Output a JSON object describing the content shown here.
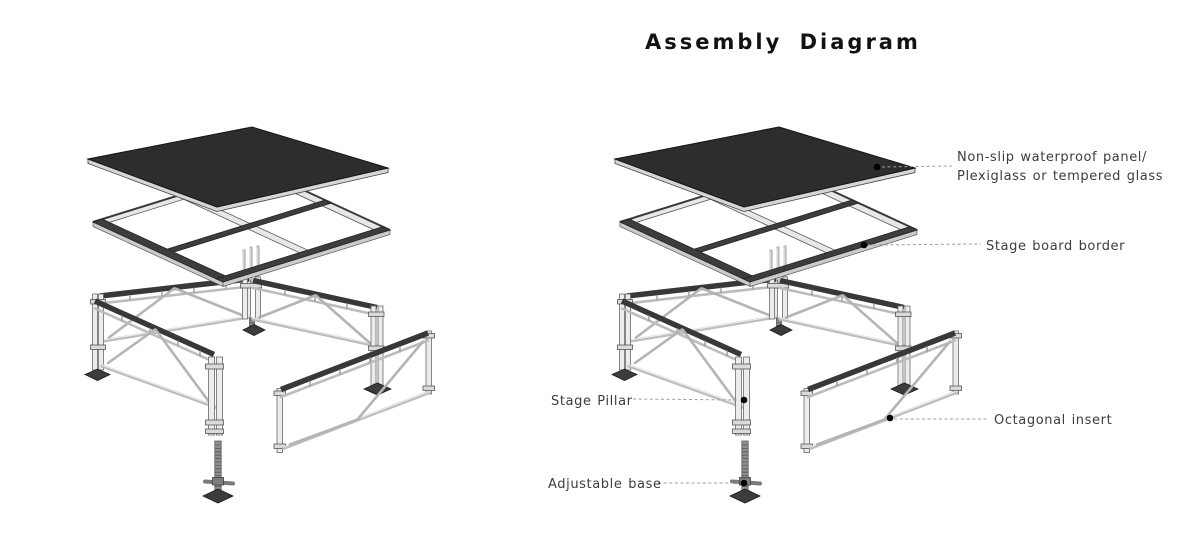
{
  "title": "Assembly Diagram",
  "labels": {
    "panel": {
      "line1": "Non-slip waterproof panel/",
      "line2": "Plexiglass or tempered glass"
    },
    "border": {
      "text": "Stage board border"
    },
    "pillar": {
      "text": "Stage Pillar"
    },
    "octagonal": {
      "text": "Octagonal insert"
    },
    "base": {
      "text": "Adjustable base"
    }
  },
  "colors": {
    "background": "#ffffff",
    "panel_top": "#2d2d2d",
    "panel_edge": "#d6d6d6",
    "metal_light": "#e7e7e7",
    "metal_dark": "#3d3d3d",
    "leader_line": "#9e9e9e",
    "label_text": "#3d3d3d",
    "title_text": "#121212"
  }
}
